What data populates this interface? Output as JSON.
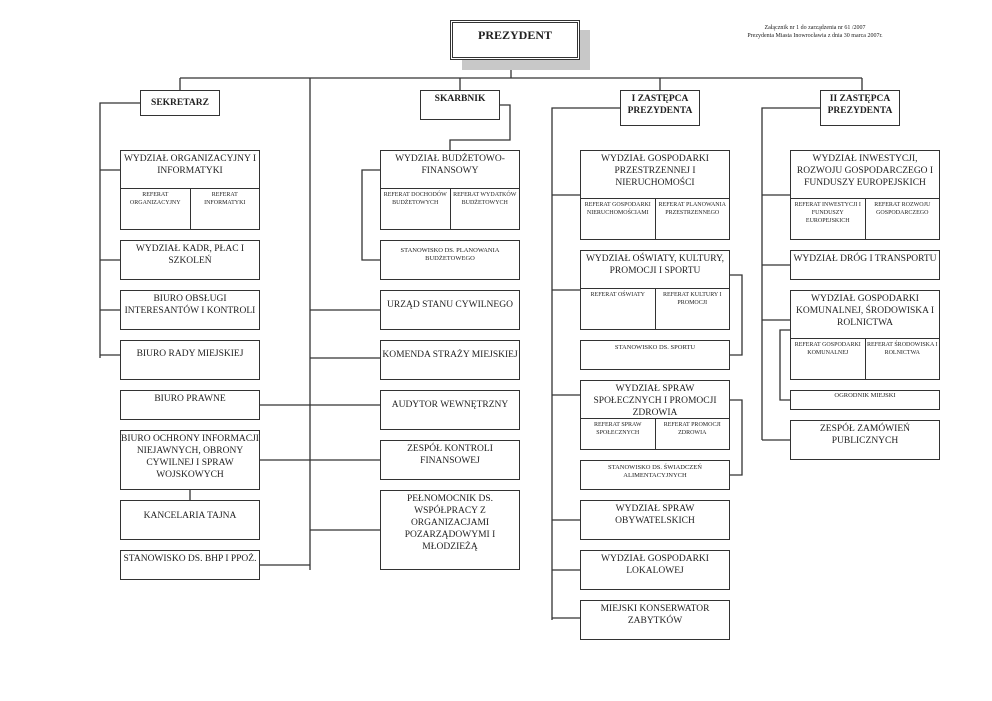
{
  "note": {
    "line1": "Załącznik nr 1  do zarządzenia nr 61 /2007",
    "line2": "Prezydenta Miasta Inowrocławia z dnia 30 marca 2007r."
  },
  "president": "PREZYDENT",
  "heads": {
    "sekretarz": "SEKRETARZ",
    "skarbnik": "SKARBNIK",
    "z1": "I ZASTĘPCA PREZYDENTA",
    "z2": "II ZASTĘPCA PREZYDENTA"
  },
  "sekretarz": {
    "organizacyjny": {
      "title": "WYDZIAŁ ORGANIZACYJNY I INFORMATYKI",
      "sub": [
        "REFERAT ORGANIZACYJNY",
        "REFERAT INFORMATYKI"
      ]
    },
    "kadr": "WYDZIAŁ KADR, PŁAC I SZKOLEŃ",
    "obslugi": "BIURO OBSŁUGI INTERESANTÓW I KONTROLI",
    "rady": "BIURO RADY MIEJSKIEJ"
  },
  "president_units_left": {
    "prawne": "BIURO PRAWNE",
    "ochrony": "BIURO OCHRONY INFORMACJI NIEJAWNYCH, OBRONY CYWILNEJ I SPRAW WOJSKOWYCH",
    "kancelaria": "KANCELARIA TAJNA",
    "bhp": "STANOWISKO DS. BHP I PPOŻ."
  },
  "skarbnik": {
    "budzetowy": {
      "title": "WYDZIAŁ BUDŻETOWO-FINANSOWY",
      "sub": [
        "REFERAT DOCHODÓW BUDŻETOWYCH",
        "REFERAT WYDATKÓW BUDŻETOWYCH"
      ]
    },
    "planowania": "STANOWISKO DS. PLANOWANIA BUDŻETOWEGO"
  },
  "president_units_right": {
    "usc": "URZĄD STANU CYWILNEGO",
    "straz": "KOMENDA STRAŻY MIEJSKIEJ",
    "audytor": "AUDYTOR WEWNĘTRZNY",
    "kontroli": "ZESPÓŁ KONTROLI FINANSOWEJ",
    "pelnomocnik": "PEŁNOMOCNIK DS. WSPÓŁPRACY Z ORGANIZACJAMI POZARZĄDOWYMI I MŁODZIEŻĄ"
  },
  "z1": {
    "przestrzennej": {
      "title": "WYDZIAŁ GOSPODARKI PRZESTRZENNEJ I NIERUCHOMOŚCI",
      "sub": [
        "REFERAT GOSPODARKI NIERUCHOMOŚCIAMI",
        "REFERAT PLANOWANIA PRZESTRZENNEGO"
      ]
    },
    "oswiaty": {
      "title": "WYDZIAŁ OŚWIATY, KULTURY, PROMOCJI I SPORTU",
      "sub": [
        "REFERAT OŚWIATY",
        "REFERAT KULTURY I PROMOCJI"
      ]
    },
    "sportu": "STANOWISKO DS. SPORTU",
    "spoleczne": {
      "title": "WYDZIAŁ SPRAW SPOŁECZNYCH I PROMOCJI ZDROWIA",
      "sub": [
        "REFERAT SPRAW SPOŁECZNYCH",
        "REFERAT PROMOCJI ZDROWIA"
      ]
    },
    "swiadczen": "STANOWISKO DS. ŚWIADCZEŃ ALIMENTACYJNYCH",
    "obywatelskich": "WYDZIAŁ SPRAW OBYWATELSKICH",
    "lokalowej": "WYDZIAŁ GOSPODARKI LOKALOWEJ",
    "konserwator": "MIEJSKI KONSERWATOR ZABYTKÓW"
  },
  "z2": {
    "inwestycji": {
      "title": "WYDZIAŁ INWESTYCJI, ROZWOJU GOSPODARCZEGO I FUNDUSZY EUROPEJSKICH",
      "sub": [
        "REFERAT INWESTYCJI I FUNDUSZY EUROPEJSKICH",
        "REFERAT ROZWOJU GOSPODARCZEGO"
      ]
    },
    "drog": "WYDZIAŁ DRÓG I TRANSPORTU",
    "komunalnej": {
      "title": "WYDZIAŁ GOSPODARKI KOMUNALNEJ, ŚRODOWISKA I ROLNICTWA",
      "sub": [
        "REFERAT GOSPODARKI KOMUNALNEJ",
        "REFERAT ŚRODOWISKA I ROLNICTWA"
      ]
    },
    "ogrodnik": "OGRODNIK MIEJSKI",
    "zamowien": "ZESPÓŁ ZAMÓWIEŃ PUBLICZNYCH"
  }
}
